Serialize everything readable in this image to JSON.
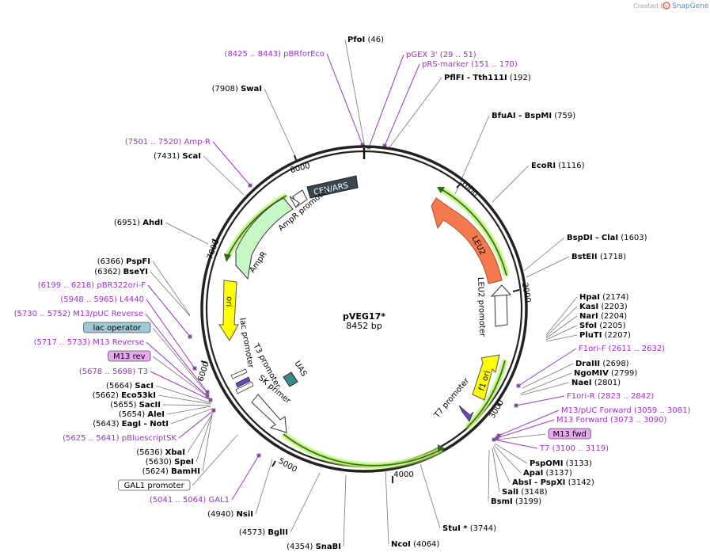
{
  "credit": {
    "prefix": "Created by",
    "brand": "SnapGene"
  },
  "plasmid": {
    "name": "pVEG17*",
    "length": "8452 bp"
  },
  "colors": {
    "ring": "#222222",
    "enzyme_line": "#777777",
    "primer": "#9b30c8",
    "leu2": "#f47a4d",
    "ampr": "#c8f5c6",
    "ori": "#ffff00",
    "cen": "#3a4650",
    "uas": "#3a8a90",
    "orf_glow": "#b9ef6a"
  },
  "ticks": [
    {
      "label": "1000"
    },
    {
      "label": "2000"
    },
    {
      "label": "3000"
    },
    {
      "label": "4000"
    },
    {
      "label": "5000"
    },
    {
      "label": "6000"
    },
    {
      "label": "7000"
    },
    {
      "label": "8000"
    }
  ],
  "features": [
    {
      "name": "CEN/ARS"
    },
    {
      "name": "AmpR promoter"
    },
    {
      "name": "AmpR"
    },
    {
      "name": "ori"
    },
    {
      "name": "lac promoter"
    },
    {
      "name": "T3 promoter"
    },
    {
      "name": "SK primer"
    },
    {
      "name": "UAS"
    },
    {
      "name": "LEU2"
    },
    {
      "name": "LEU2 promoter"
    },
    {
      "name": "f1 ori"
    },
    {
      "name": "T7 promoter"
    }
  ],
  "labels_right": [
    {
      "name": "PfoI",
      "pos": "(46)"
    },
    {
      "name": "pGEX 3'",
      "pos": "(29 .. 51)",
      "primer": true
    },
    {
      "name": "pRS-marker",
      "pos": "(151 .. 170)",
      "primer": true
    },
    {
      "name": "PflFI",
      "name2": "- Tth111I",
      "pos": "(192)"
    },
    {
      "name": "BfuAI",
      "name2": "- BspMI",
      "pos": "(759)"
    },
    {
      "name": "EcoRI",
      "pos": "(1116)"
    },
    {
      "name": "BspDI",
      "name2": "- ClaI",
      "pos": "(1603)"
    },
    {
      "name": "BstEII",
      "pos": "(1718)"
    },
    {
      "name": "HpaI",
      "pos": "(2174)"
    },
    {
      "name": "KasI",
      "pos": "(2203)"
    },
    {
      "name": "NarI",
      "pos": "(2204)"
    },
    {
      "name": "SfoI",
      "pos": "(2205)"
    },
    {
      "name": "PluTI",
      "pos": "(2207)"
    },
    {
      "name": "F1ori-F",
      "pos": "(2611 .. 2632)",
      "primer": true
    },
    {
      "name": "DraIII",
      "pos": "(2698)"
    },
    {
      "name": "NgoMIV",
      "pos": "(2799)"
    },
    {
      "name": "NaeI",
      "pos": "(2801)"
    },
    {
      "name": "F1ori-R",
      "pos": "(2823 .. 2842)",
      "primer": true
    },
    {
      "name": "M13/pUC Forward",
      "pos": "(3059 .. 3081)",
      "primer": true
    },
    {
      "name": "M13 Forward",
      "pos": "(3073 .. 3090)",
      "primer": true
    },
    {
      "name": "M13 fwd",
      "boxed": true
    },
    {
      "name": "T7",
      "pos": "(3100 .. 3119)",
      "primer": true
    },
    {
      "name": "PspOMI",
      "pos": "(3133)"
    },
    {
      "name": "ApaI",
      "pos": "(3137)"
    },
    {
      "name": "AbsI",
      "name2": "- PspXI",
      "pos": "(3142)"
    },
    {
      "name": "SalI",
      "pos": "(3148)"
    },
    {
      "name": "BsmI",
      "pos": "(3199)"
    },
    {
      "name": "StuI *",
      "pos": "(3744)"
    },
    {
      "name": "NcoI",
      "pos": "(4064)"
    }
  ],
  "labels_left": [
    {
      "name": "pBRforEco",
      "pos": "(8425 .. 8443)",
      "primer": true
    },
    {
      "name": "SwaI",
      "pos": "(7908)"
    },
    {
      "name": "Amp-R",
      "pos": "(7501 .. 7520)",
      "primer": true
    },
    {
      "name": "ScaI",
      "pos": "(7431)"
    },
    {
      "name": "AhdI",
      "pos": "(6951)"
    },
    {
      "name": "PspFI",
      "pos": "(6366)"
    },
    {
      "name": "BseYI",
      "pos": "(6362)"
    },
    {
      "name": "pBR322ori-F",
      "pos": "(6199 .. 6218)",
      "primer": true
    },
    {
      "name": "L4440",
      "pos": "(5948 .. 5965)",
      "primer": true
    },
    {
      "name": "M13/pUC Reverse",
      "pos": "(5730 .. 5752)",
      "primer": true
    },
    {
      "name": "lac operator",
      "boxed": true
    },
    {
      "name": "M13 Reverse",
      "pos": "(5717 .. 5733)",
      "primer": true
    },
    {
      "name": "M13 rev",
      "boxed": true
    },
    {
      "name": "T3",
      "pos": "(5678 .. 5698)",
      "primer": true
    },
    {
      "name": "SacI",
      "pos": "(5664)"
    },
    {
      "name": "Eco53kI",
      "pos": "(5662)"
    },
    {
      "name": "SacII",
      "pos": "(5655)"
    },
    {
      "name": "AleI",
      "pos": "(5654)"
    },
    {
      "name": "EagI",
      "name2": "- NotI",
      "pos": "(5643)"
    },
    {
      "name": "pBluescriptSK",
      "pos": "(5625 .. 5641)",
      "primer": true
    },
    {
      "name": "XbaI",
      "pos": "(5636)"
    },
    {
      "name": "SpeI",
      "pos": "(5630)"
    },
    {
      "name": "BamHI",
      "pos": "(5624)"
    },
    {
      "name": "GAL1 promoter",
      "boxed": true
    },
    {
      "name": "GAL1",
      "pos": "(5041 .. 5064)",
      "primer": true
    },
    {
      "name": "NsiI",
      "pos": "(4940)"
    },
    {
      "name": "BglII",
      "pos": "(4573)"
    },
    {
      "name": "SnaBI",
      "pos": "(4354)"
    }
  ]
}
